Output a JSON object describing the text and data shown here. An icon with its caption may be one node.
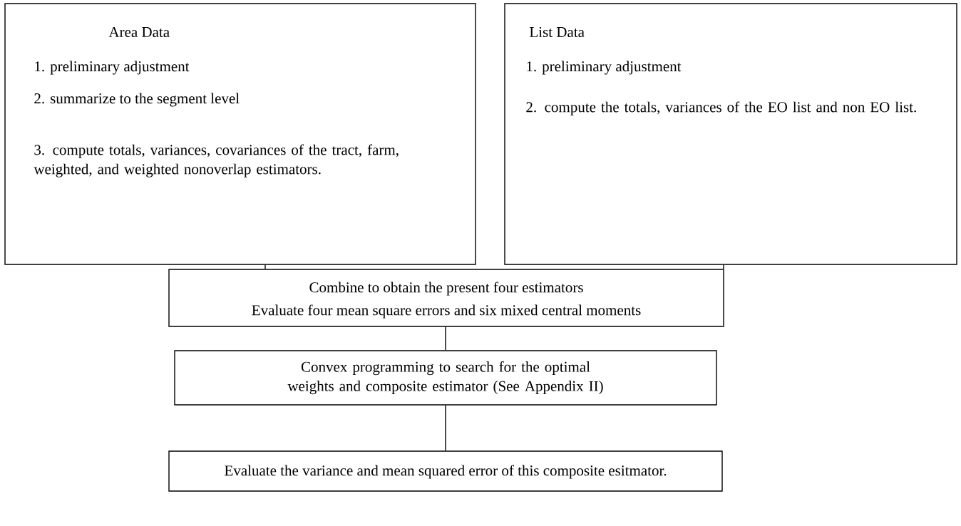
{
  "diagram": {
    "nodes": [
      {
        "text": [
          "Area Data",
          "1. preliminary adjustment",
          "2. summarize to the segment level",
          "3. compute totals, variances, covariances of the tract, farm, weighted, and weighted nonoverlap estimators."
        ]
      },
      {
        "text": [
          "List Data",
          "1. preliminary adjustment",
          "2. compute the totals, variances of the EO list and non EO list."
        ]
      },
      {
        "text": [
          "Combine to obtain the present four estimators",
          "Evaluate four mean square errors and six mixed central moments"
        ]
      },
      {
        "text": [
          "Convex programming to search for the optimal weights and composite estimator (See Appendix II)"
        ]
      },
      {
        "text": [
          "Evaluate the variance and mean squared error of this composite esitmator."
        ]
      }
    ],
    "edges": [
      {
        "from": 0,
        "to": 2,
        "arrow": "none"
      },
      {
        "from": 1,
        "to": 2,
        "arrow": "none"
      },
      {
        "from": 2,
        "to": 3,
        "arrow": "none"
      },
      {
        "from": 3,
        "to": 4,
        "arrow": "none"
      }
    ]
  }
}
